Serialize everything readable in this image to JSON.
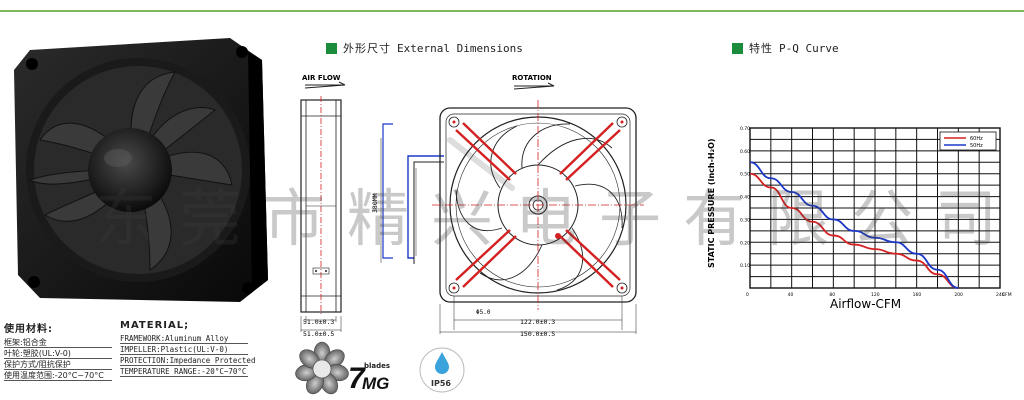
{
  "dimensions_header": {
    "zh": "外形尺寸",
    "en": "External Dimensions"
  },
  "pq_header": {
    "zh": "特性",
    "en": "P-Q Curve"
  },
  "side_view": {
    "air_flow_label": "AIR FLOW",
    "cable_length": "380MM",
    "dim_inner": "51.0±0.3",
    "dim_outer": "51.0±0.5"
  },
  "front_view": {
    "rotation_label": "ROTATION",
    "hole_dia": "Φ5.0",
    "dim_inner": "122.0±0.3",
    "dim_outer": "150.0±0.5"
  },
  "chart_data": {
    "type": "line",
    "ylabel": "STATIC PRESSURE (Inch-H₂O)",
    "xlabel": "Airflow-CFM",
    "x_unit": "CFM",
    "xlim": [
      0,
      240
    ],
    "ylim": [
      0,
      0.7
    ],
    "x_ticks": [
      0,
      40,
      80,
      120,
      160,
      200,
      240
    ],
    "y_ticks": [
      0.1,
      0.2,
      0.3,
      0.4,
      0.5,
      0.6,
      0.7
    ],
    "legend_position": "top-right",
    "grid": true,
    "series": [
      {
        "name": "60Hz",
        "color": "#d42020",
        "x": [
          0,
          20,
          40,
          60,
          80,
          100,
          120,
          140,
          160,
          180,
          200
        ],
        "y": [
          0.5,
          0.44,
          0.35,
          0.29,
          0.23,
          0.19,
          0.17,
          0.15,
          0.12,
          0.06,
          0.0
        ]
      },
      {
        "name": "50Hz",
        "color": "#1c38c8",
        "x": [
          0,
          20,
          40,
          60,
          80,
          100,
          120,
          140,
          160,
          180,
          200
        ],
        "y": [
          0.55,
          0.48,
          0.42,
          0.36,
          0.3,
          0.25,
          0.22,
          0.2,
          0.15,
          0.08,
          0.0
        ]
      }
    ]
  },
  "materials_zh": {
    "title": "使用材料:",
    "rows": [
      "框架:铝合金",
      "叶轮:塑胶(UL:V-0)",
      "保护方式/阻抗保护",
      "使用温度范围:-20°C~70°C"
    ]
  },
  "materials_en": {
    "title": "MATERIAL;",
    "rows": [
      "FRAMEWORK:Aluminum Alloy",
      "IMPELLER:Plastic(UL:V-0)",
      "PROTECTION:Impedance Protected",
      "TEMPERATURE RANGE:-20°C~70°C"
    ]
  },
  "badges": {
    "blades_count": "7",
    "blades_word": "blades",
    "brand": "MG",
    "ip_rating": "IP56"
  },
  "watermark": "东莞市精兴电子有限公司",
  "colors": {
    "accent_green": "#1a8c3c",
    "rule_green": "#7dbb5a",
    "frame": "#151515"
  }
}
